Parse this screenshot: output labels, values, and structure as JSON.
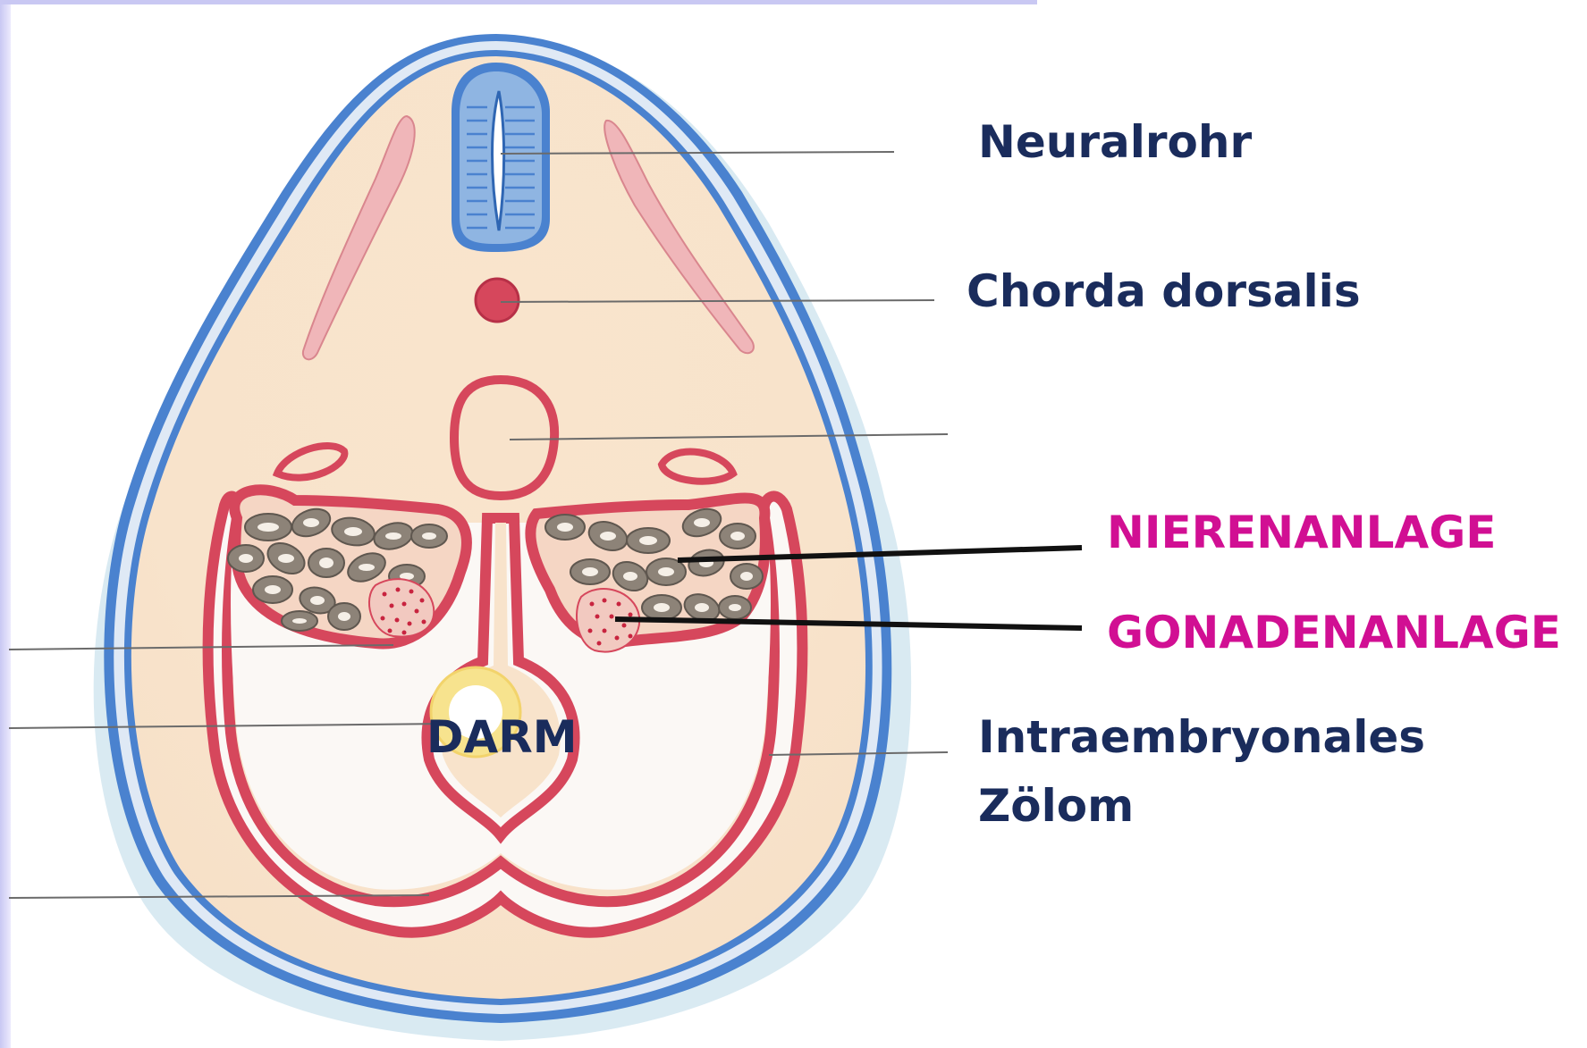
{
  "colors": {
    "label_navy": "#1a2c5c",
    "label_magenta": "#d10f93",
    "ectoderm_blue": "#4a82cf",
    "mesoderm_red": "#d6475c",
    "tissue_beige": "#f8e3cb",
    "nephric_tubule_gray": "#8d8378"
  },
  "labels": {
    "neuralrohr": "Neuralrohr",
    "chorda": "Chorda dorsalis",
    "nierenanlage": "NIERENANLAGE",
    "gonadenanlage": "GONADENANLAGE",
    "darm": "DARM",
    "zoelom_line1": "Intraembryonales",
    "zoelom_line2": "Zölom"
  }
}
